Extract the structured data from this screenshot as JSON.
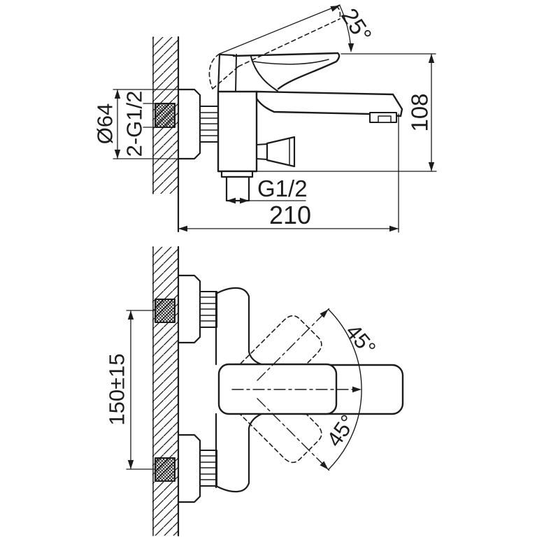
{
  "figure": {
    "background_color": "#ffffff",
    "line_color": "#1c1c1c",
    "side_view": {
      "handle_angle_label": "25°",
      "flange_diameter_label": "Ø64",
      "wall_thread_label": "2-G1/2",
      "height_label": "108",
      "outlet_thread_label": "G1/2",
      "length_label": "210"
    },
    "plan_view": {
      "inlet_spacing_label": "150±15",
      "swing_upper_label": "45°",
      "swing_lower_label": "45°"
    }
  }
}
